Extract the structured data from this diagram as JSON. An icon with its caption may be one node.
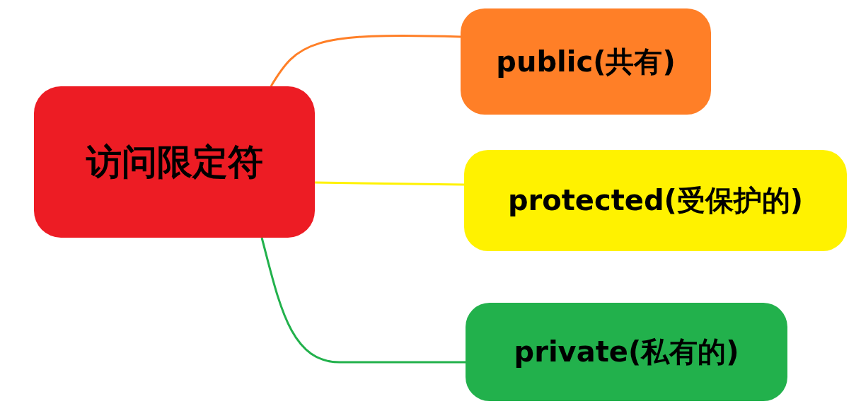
{
  "diagram": {
    "nodes": [
      {
        "text": [
          "访问限定符"
        ]
      },
      {
        "text": [
          "public(共有)"
        ]
      },
      {
        "text": [
          "protected(受保护的)"
        ]
      },
      {
        "text": [
          "private(私有的)"
        ]
      }
    ],
    "edges": [
      {
        "from": 0,
        "to": 1,
        "arrow": "none",
        "color": "#ff7f27"
      },
      {
        "from": 0,
        "to": 2,
        "arrow": "none",
        "color": "#fff200"
      },
      {
        "from": 0,
        "to": 3,
        "arrow": "none",
        "color": "#22b14c"
      }
    ]
  }
}
